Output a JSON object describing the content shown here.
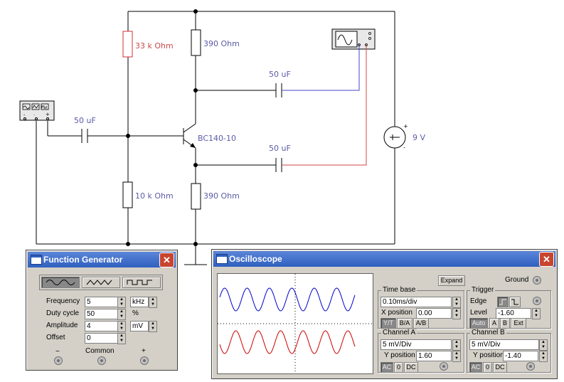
{
  "schematic": {
    "r1": "33 k Ohm",
    "r2": "390  Ohm",
    "r3": "10 k Ohm",
    "r4": "390  Ohm",
    "c1": "50 uF",
    "c2": "50 uF",
    "c3": "50 uF",
    "transistor": "BC140-10",
    "battery": "9 V",
    "battery_plus": "+",
    "battery_minus": "-"
  },
  "function_generator": {
    "title": "Function Generator",
    "close": "✕",
    "frequency_label": "Frequency",
    "frequency_value": "5",
    "frequency_unit": "kHz",
    "duty_label": "Duty cycle",
    "duty_value": "50",
    "duty_unit": "%",
    "amplitude_label": "Amplitude",
    "amplitude_value": "4",
    "amplitude_unit": "mV",
    "offset_label": "Offset",
    "offset_value": "0",
    "minus_label": "−",
    "common_label": "Common",
    "plus_label": "+"
  },
  "oscilloscope": {
    "title": "Oscilloscope",
    "close": "✕",
    "expand": "Expand",
    "ground": "Ground",
    "time_base_title": "Time base",
    "time_base_value": "0.10ms/div",
    "x_position_label": "X position",
    "x_position_value": "0.00",
    "yt": "Y/T",
    "ba": "B/A",
    "ab": "A/B",
    "trigger_title": "Trigger",
    "edge_label": "Edge",
    "level_label": "Level",
    "level_value": "-1.60",
    "auto": "Auto",
    "a": "A",
    "b": "B",
    "ext": "Ext",
    "channel_a_title": "Channel A",
    "channel_a_scale": "5 mV/Div",
    "channel_a_ypos_label": "Y position",
    "channel_a_ypos": "1.60",
    "channel_b_title": "Channel B",
    "channel_b_scale": "5 mV/Div",
    "channel_b_ypos_label": "Y position",
    "channel_b_ypos": "-1.40",
    "ac": "AC",
    "zero": "0",
    "dc": "DC",
    "trace_a_color": "#0000cc",
    "trace_b_color": "#cc0000"
  }
}
